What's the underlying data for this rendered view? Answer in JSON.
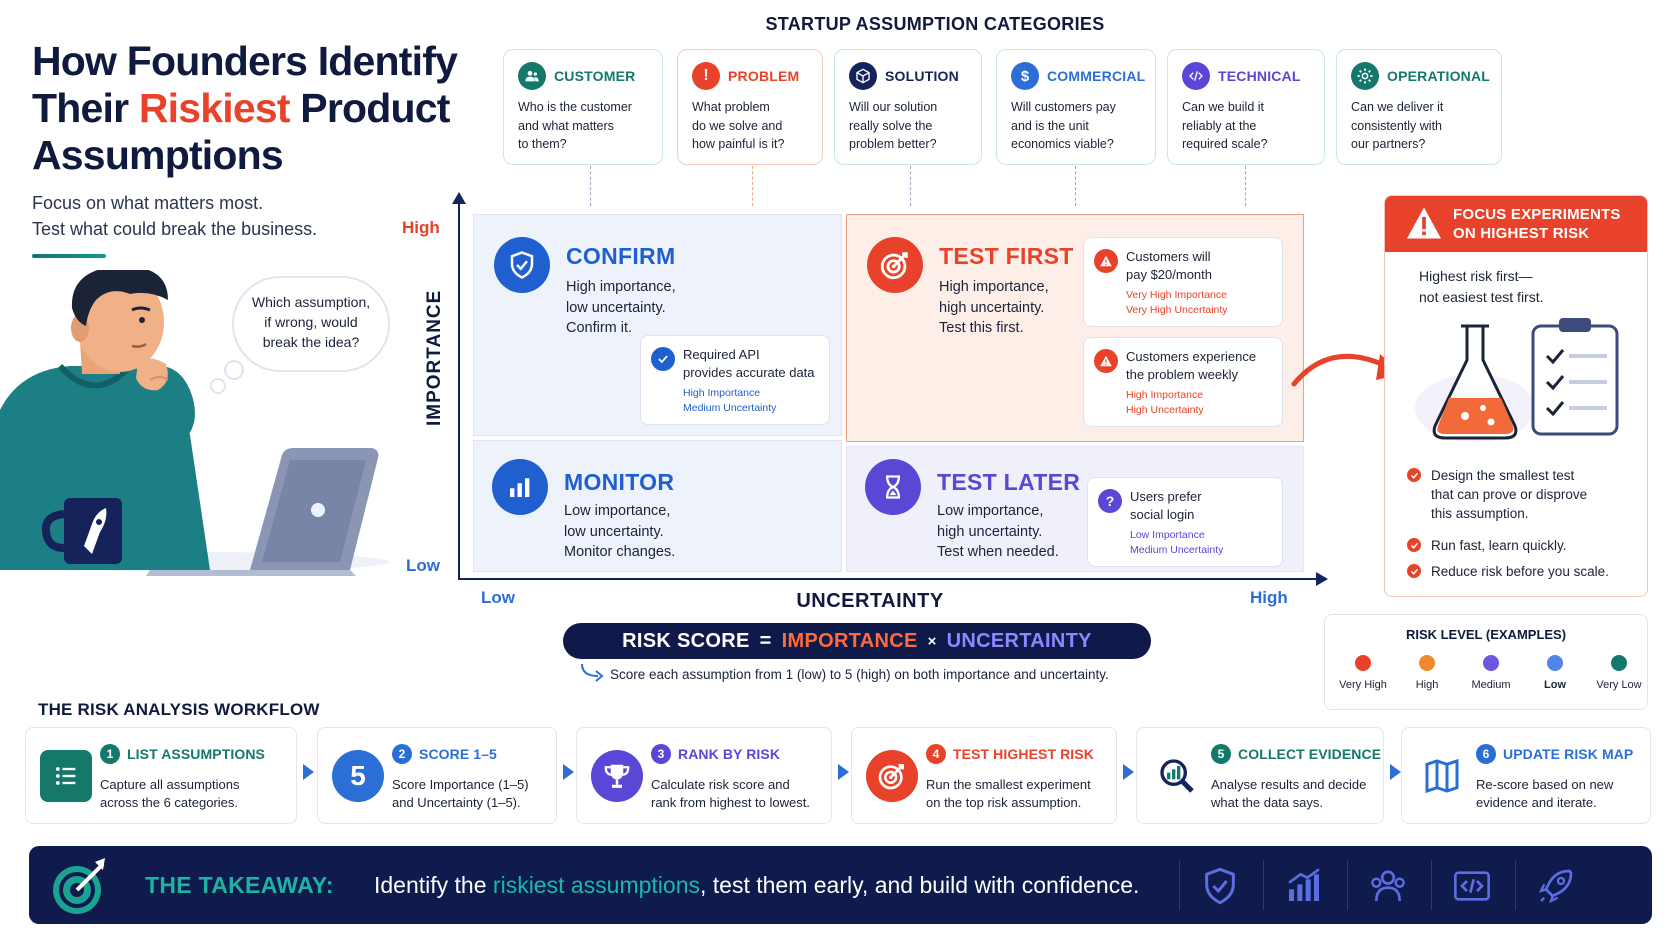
{
  "title": {
    "line1": "How Founders Identify",
    "line2_pre": "Their ",
    "line2_accent": "Riskiest",
    "line2_post": " Product",
    "line3": "Assumptions"
  },
  "subtitle": {
    "line1": "Focus on what matters most.",
    "line2": "Test what could break the business."
  },
  "thought": {
    "line1": "Which assumption,",
    "line2": "if wrong, would",
    "line3": "break the idea?"
  },
  "categories": {
    "heading": "STARTUP ASSUMPTION CATEGORIES",
    "items": [
      {
        "title": "CUSTOMER",
        "icon": "users-icon",
        "color": "#14786a",
        "desc1": "Who is the customer",
        "desc2": "and what matters",
        "desc3": "to them?"
      },
      {
        "title": "PROBLEM",
        "icon": "exclamation-icon",
        "color": "#e8432a",
        "desc1": "What problem",
        "desc2": "do we solve and",
        "desc3": "how painful is it?"
      },
      {
        "title": "SOLUTION",
        "icon": "cube-icon",
        "color": "#14235a",
        "desc1": "Will our solution",
        "desc2": "really solve the",
        "desc3": "problem better?"
      },
      {
        "title": "COMMERCIAL",
        "icon": "dollar-icon",
        "color": "#2b6fd6",
        "desc1": "Will customers pay",
        "desc2": "and is the unit",
        "desc3": "economics viable?"
      },
      {
        "title": "TECHNICAL",
        "icon": "code-icon",
        "color": "#5a47d6",
        "desc1": "Can we build it",
        "desc2": "reliably at the",
        "desc3": "required scale?"
      },
      {
        "title": "OPERATIONAL",
        "icon": "gear-icon",
        "color": "#14786a",
        "desc1": "Can we deliver it",
        "desc2": "consistently with",
        "desc3": "our partners?"
      }
    ]
  },
  "axes": {
    "y_title": "IMPORTANCE",
    "x_title": "UNCERTAINTY",
    "y_high": "High",
    "y_low": "Low",
    "x_low": "Low",
    "x_high": "High"
  },
  "quadrants": {
    "confirm": {
      "title": "CONFIRM",
      "desc1": "High importance,",
      "desc2": "low uncertainty.",
      "desc3": "Confirm it.",
      "card": {
        "text1": "Required API",
        "text2": "provides accurate data",
        "importance": "High Importance",
        "uncertainty": "Medium Uncertainty"
      }
    },
    "test_first": {
      "title": "TEST FIRST",
      "desc1": "High importance,",
      "desc2": "high uncertainty.",
      "desc3": "Test this first.",
      "card1": {
        "text1": "Customers will",
        "text2": "pay $20/month",
        "importance": "Very High Importance",
        "uncertainty": "Very High Uncertainty"
      },
      "card2": {
        "text1": "Customers experience",
        "text2": "the problem weekly",
        "importance": "High Importance",
        "uncertainty": "High Uncertainty"
      }
    },
    "monitor": {
      "title": "MONITOR",
      "desc1": "Low importance,",
      "desc2": "low uncertainty.",
      "desc3": "Monitor changes."
    },
    "test_later": {
      "title": "TEST LATER",
      "desc1": "Low importance,",
      "desc2": "high uncertainty.",
      "desc3": "Test when needed.",
      "card": {
        "text1": "Users prefer",
        "text2": "social login",
        "importance": "Low Importance",
        "uncertainty": "Medium Uncertainty"
      }
    }
  },
  "focus": {
    "title1": "FOCUS EXPERIMENTS",
    "title2": "ON HIGHEST RISK",
    "sub1": "Highest risk first—",
    "sub2": "not easiest test first.",
    "bullets": [
      {
        "l1": "Design the smallest test",
        "l2": "that can prove or disprove",
        "l3": "this assumption."
      },
      {
        "l1": "Run fast, learn quickly."
      },
      {
        "l1": "Reduce risk before you scale."
      }
    ]
  },
  "formula": {
    "part1": "RISK SCORE",
    "eq": "=",
    "part2": "IMPORTANCE",
    "times": "×",
    "part3": "UNCERTAINTY",
    "note": "Score each assumption from 1 (low) to 5 (high) on both importance and uncertainty."
  },
  "legend": {
    "title": "RISK LEVEL (EXAMPLES)",
    "levels": [
      {
        "label": "Very High",
        "color": "#e8432a"
      },
      {
        "label": "High",
        "color": "#f08a2c"
      },
      {
        "label": "Medium",
        "color": "#6b57e0"
      },
      {
        "label": "Low",
        "color": "#4f86e8"
      },
      {
        "label": "Very Low",
        "color": "#14786a"
      }
    ]
  },
  "workflow": {
    "heading": "THE RISK ANALYSIS WORKFLOW",
    "steps": [
      {
        "num": "1",
        "title": "LIST ASSUMPTIONS",
        "desc1": "Capture all assumptions",
        "desc2": "across the 6 categories.",
        "color": "#14786a",
        "icon": "list-icon"
      },
      {
        "num": "2",
        "title": "SCORE 1–5",
        "desc1": "Score Importance (1–5)",
        "desc2": "and Uncertainty (1–5).",
        "color": "#2b6fd6",
        "icon": "five-icon",
        "icon_text": "5"
      },
      {
        "num": "3",
        "title": "RANK BY RISK",
        "desc1": "Calculate risk score and",
        "desc2": "rank from highest to lowest.",
        "color": "#5a47d6",
        "icon": "trophy-icon"
      },
      {
        "num": "4",
        "title": "TEST HIGHEST RISK",
        "desc1": "Run the smallest experiment",
        "desc2": "on the top risk assumption.",
        "color": "#e8432a",
        "icon": "target-icon"
      },
      {
        "num": "5",
        "title": "COLLECT EVIDENCE",
        "desc1": "Analyse results and decide",
        "desc2": "what the data says.",
        "color": "#14786a",
        "icon": "magnifier-chart-icon"
      },
      {
        "num": "6",
        "title": "UPDATE RISK MAP",
        "desc1": "Re-score based on new",
        "desc2": "evidence and iterate.",
        "color": "#2b6fd6",
        "icon": "map-icon"
      }
    ]
  },
  "takeaway": {
    "label": "THE TAKEAWAY:",
    "pre": "Identify the ",
    "highlight": "riskiest assumptions",
    "post": ", test them early, and build with confidence."
  }
}
